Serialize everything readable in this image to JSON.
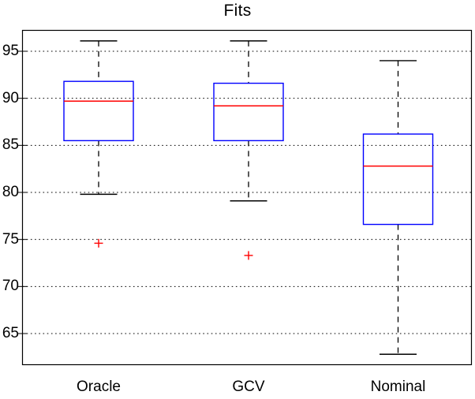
{
  "chart_data": {
    "type": "boxplot",
    "title": "Fits",
    "xlabel": "",
    "ylabel": "",
    "categories": [
      "Oracle",
      "GCV",
      "Nominal"
    ],
    "yticks": [
      65,
      70,
      75,
      80,
      85,
      90,
      95
    ],
    "ylim": [
      62.0,
      97.5
    ],
    "grid": "horizontal-dotted",
    "legend": "none",
    "box_color": "#0000ff",
    "median_color": "#ff0000",
    "whisker_color": "#000000",
    "outlier_color": "#ff0000",
    "outlier_marker": "+",
    "boxes": [
      {
        "name": "Oracle",
        "whisker_high": 96.1,
        "q3": 91.8,
        "median": 89.7,
        "q1": 85.5,
        "whisker_low": 79.8,
        "outliers": [
          74.6
        ]
      },
      {
        "name": "GCV",
        "whisker_high": 96.1,
        "q3": 91.6,
        "median": 89.2,
        "q1": 85.5,
        "whisker_low": 79.1,
        "outliers": [
          73.3
        ]
      },
      {
        "name": "Nominal",
        "whisker_high": 94.0,
        "q3": 86.2,
        "median": 82.8,
        "q1": 76.6,
        "whisker_low": 62.8,
        "outliers": []
      }
    ]
  },
  "axes": {
    "ytick_labels": [
      "95",
      "90",
      "85",
      "80",
      "75",
      "70",
      "65"
    ],
    "xtick_labels": [
      "Oracle",
      "GCV",
      "Nominal"
    ]
  }
}
